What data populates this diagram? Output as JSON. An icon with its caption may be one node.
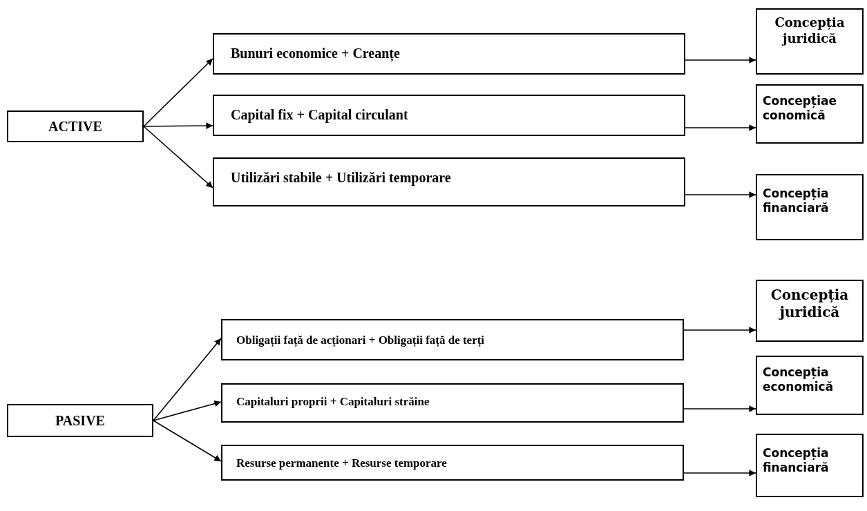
{
  "diagram": {
    "nodes": [
      {
        "text": [
          "ACTIVE"
        ]
      },
      {
        "text": [
          "Bunuri economice + Creanțe"
        ]
      },
      {
        "text": [
          "Capital fix + Capital circulant"
        ]
      },
      {
        "text": [
          "Utilizări stabile + Utilizări temporare"
        ]
      },
      {
        "text": [
          "Concepția juridică"
        ]
      },
      {
        "text": [
          "Concepțiae conomică"
        ]
      },
      {
        "text": [
          "Concepția financiară"
        ]
      },
      {
        "text": [
          "PASIVE"
        ]
      },
      {
        "text": [
          "Obligații față de acționari + Obligații față de terți"
        ]
      },
      {
        "text": [
          "Capitaluri proprii + Capitaluri străine"
        ]
      },
      {
        "text": [
          "Resurse permanente + Resurse temporare"
        ]
      },
      {
        "text": [
          "Concepția juridică"
        ]
      },
      {
        "text": [
          "Concepția economică"
        ]
      },
      {
        "text": [
          "Concepția financiară"
        ]
      }
    ],
    "edges": [
      {
        "from": 0,
        "to": 1,
        "arrow": "to"
      },
      {
        "from": 0,
        "to": 2,
        "arrow": "to"
      },
      {
        "from": 0,
        "to": 3,
        "arrow": "to"
      },
      {
        "from": 1,
        "to": 4,
        "arrow": "to"
      },
      {
        "from": 2,
        "to": 5,
        "arrow": "to"
      },
      {
        "from": 3,
        "to": 6,
        "arrow": "to"
      },
      {
        "from": 7,
        "to": 8,
        "arrow": "to"
      },
      {
        "from": 7,
        "to": 9,
        "arrow": "to"
      },
      {
        "from": 7,
        "to": 10,
        "arrow": "to"
      },
      {
        "from": 8,
        "to": 11,
        "arrow": "to"
      },
      {
        "from": 9,
        "to": 12,
        "arrow": "to"
      },
      {
        "from": 10,
        "to": 13,
        "arrow": "to"
      }
    ]
  }
}
